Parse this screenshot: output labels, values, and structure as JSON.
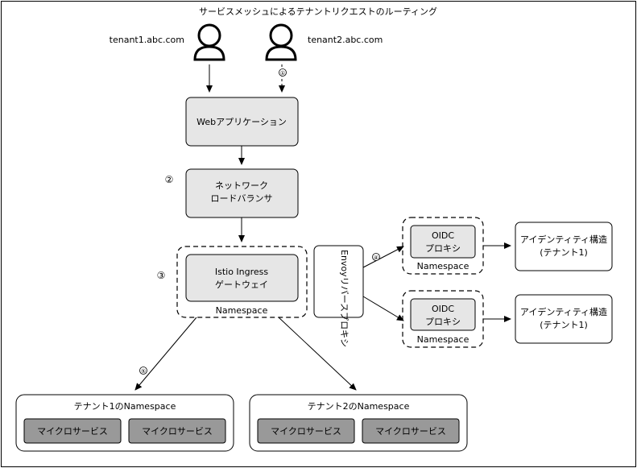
{
  "title": "サービスメッシュによるテナントリクエストのルーティング",
  "users": [
    {
      "label": "tenant1.abc.com"
    },
    {
      "label": "tenant2.abc.com"
    }
  ],
  "nodes": {
    "webapp": "Webアプリケーション",
    "nlb": [
      "ネットワーク",
      "ロードバランサ"
    ],
    "istio": [
      "Istio Ingress",
      "ゲートウェイ"
    ],
    "istio_ns": "Namespace",
    "envoy": "Envoyリバースプロキシ",
    "oidc1": [
      "OIDC",
      "プロキシ"
    ],
    "oidc1_ns": "Namespace",
    "oidc2": [
      "OIDC",
      "プロキシ"
    ],
    "oidc2_ns": "Namespace",
    "idp1": [
      "アイデンティティ構造",
      "(テナント1)"
    ],
    "idp2": [
      "アイデンティティ構造",
      "(テナント1)"
    ],
    "tenant1_ns": {
      "label": "テナント1のNamespace",
      "services": [
        "マイクロサービス",
        "マイクロサービス"
      ]
    },
    "tenant2_ns": {
      "label": "テナント2のNamespace",
      "services": [
        "マイクロサービス",
        "マイクロサービス"
      ]
    }
  },
  "steps": [
    "①",
    "②",
    "③",
    "④",
    "⑤"
  ],
  "colors": {
    "node_fill": "#e6e6e6",
    "service_fill": "#999999",
    "stroke": "#000000"
  }
}
